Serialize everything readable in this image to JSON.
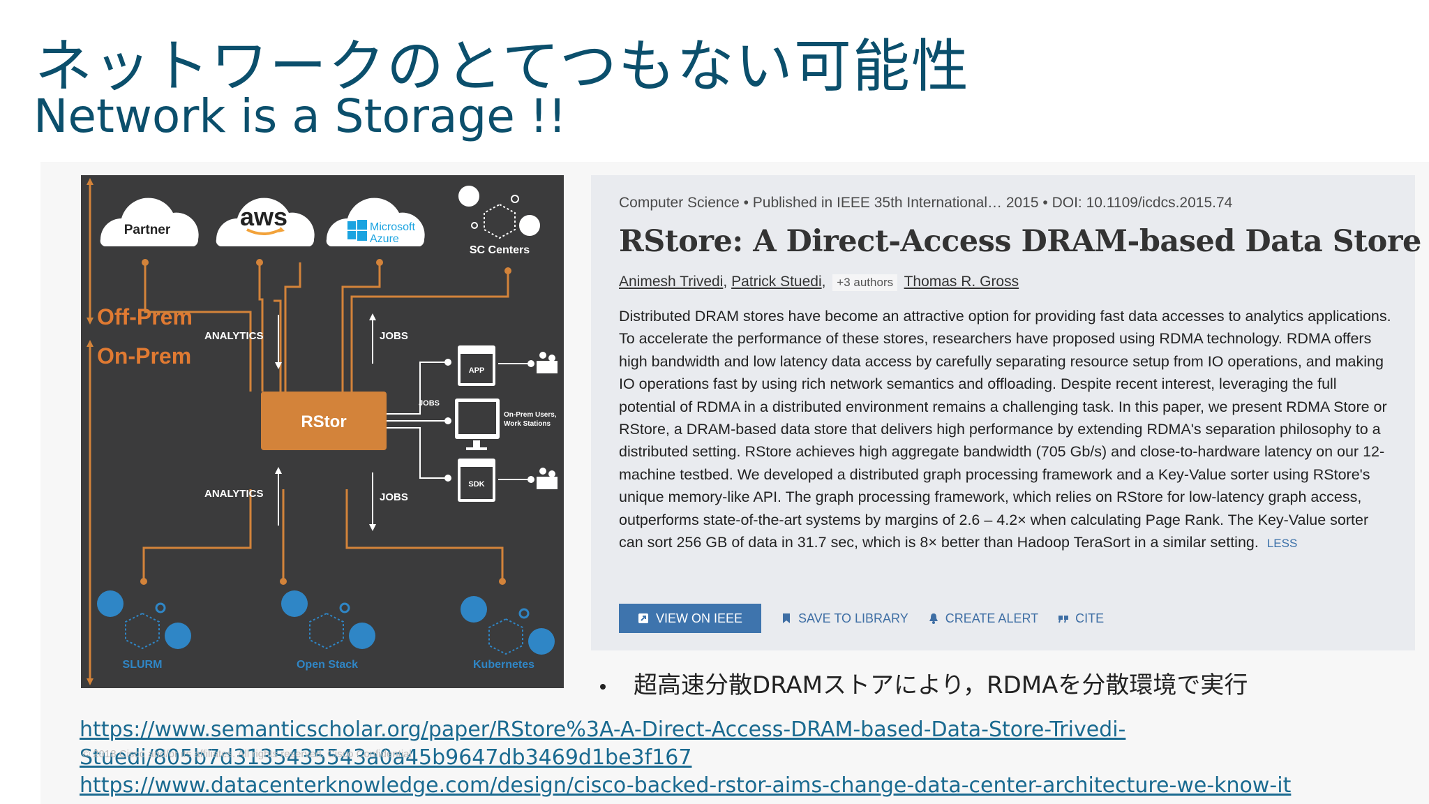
{
  "slide": {
    "title_jp": "ネットワークのとてつもない可能性",
    "title_en": "Network is a Storage !!",
    "bullet": "超高速分散DRAMストアにより，RDMAを分散環境で実行",
    "links": [
      "https://www.semanticscholar.org/paper/RStore%3A-A-Direct-Access-DRAM-based-Data-Store-Trivedi-",
      "Stuedi/805b7d3135435543a0a45b9647db3469d1be3f167",
      "https://www.datacenterknowledge.com/design/cisco-backed-rstor-aims-change-data-center-architecture-we-know-it"
    ],
    "footer": "© 2018 Cisco and/or its affiliates. All rights reserved. Cisco Confidential"
  },
  "diagram": {
    "clouds": [
      "Partner",
      "aws",
      "Microsoft",
      "Azure"
    ],
    "sc_centers": "SC Centers",
    "off_prem": "Off-Prem",
    "on_prem": "On-Prem",
    "analytics": "ANALYTICS",
    "jobs": "JOBS",
    "center": "RStor",
    "app": "APP",
    "sdk": "SDK",
    "workstations_1": "On-Prem Users,",
    "workstations_2": "Work Stations",
    "clusters": [
      "SLURM",
      "Open Stack",
      "Kubernetes"
    ],
    "colors": {
      "bg": "#3b3b3c",
      "accent": "#d3833a",
      "cube": "#2f86c6",
      "offprem": "#e07a32"
    }
  },
  "paper": {
    "meta": "Computer Science • Published in IEEE 35th International… 2015 • DOI: 10.1109/icdcs.2015.74",
    "title": "RStore: A Direct-Access DRAM-based Data Store",
    "authors": [
      "Animesh Trivedi",
      "Patrick Stuedi"
    ],
    "more_authors": "+3 authors",
    "last_author": "Thomas R. Gross",
    "abstract": "Distributed DRAM stores have become an attractive option for providing fast data accesses to analytics applications. To accelerate the performance of these stores, researchers have proposed using RDMA technology. RDMA offers high bandwidth and low latency data access by carefully separating resource setup from IO operations, and making IO operations fast by using rich network semantics and offloading. Despite recent interest, leveraging the full potential of RDMA in a distributed environment remains a challenging task. In this paper, we present RDMA Store or RStore, a DRAM-based data store that delivers high performance by extending RDMA's separation philosophy to a distributed setting. RStore achieves high aggregate bandwidth (705 Gb/s) and close-to-hardware latency on our 12-machine testbed. We developed a distributed graph processing framework and a Key-Value sorter using RStore's unique memory-like API. The graph processing framework, which relies on RStore for low-latency graph access, outperforms state-of-the-art systems by margins of 2.6 – 4.2× when calculating Page Rank. The Key-Value sorter can sort 256 GB of data in 31.7 sec, which is 8× better than Hadoop TeraSort in a similar setting.",
    "less": "LESS",
    "actions": {
      "view": "VIEW ON IEEE",
      "save": "SAVE TO LIBRARY",
      "alert": "CREATE ALERT",
      "cite": "CITE"
    }
  }
}
